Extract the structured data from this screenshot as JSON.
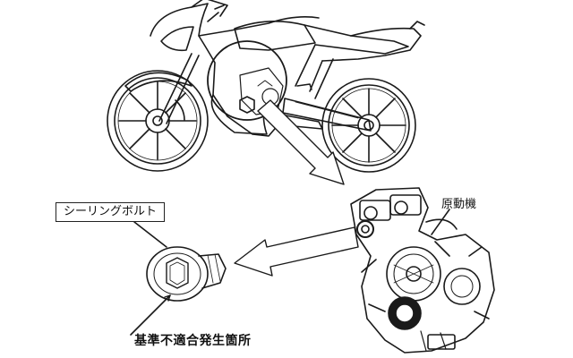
{
  "labels": {
    "sealing_bolt": "シーリングボルト",
    "engine": "原動機",
    "defect_location": "基準不適合発生箇所"
  }
}
